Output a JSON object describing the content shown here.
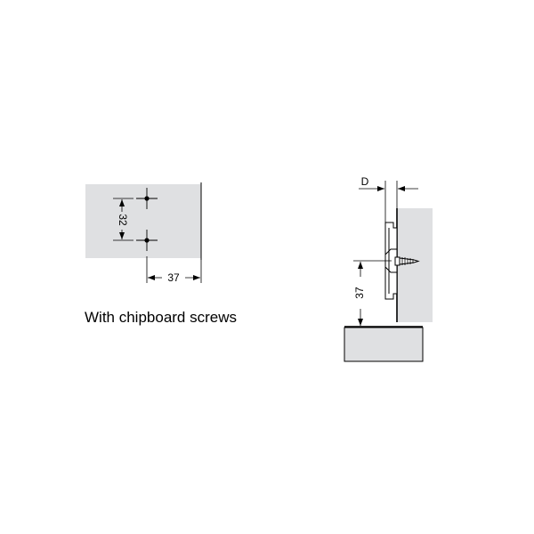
{
  "left_drawing": {
    "dim_vertical": "32",
    "dim_horizontal": "37"
  },
  "caption": "With chipboard screws",
  "right_drawing": {
    "dim_depth": "D",
    "dim_height": "37"
  },
  "colors": {
    "panel_fill": "#dfe0e2",
    "line": "#000000"
  }
}
